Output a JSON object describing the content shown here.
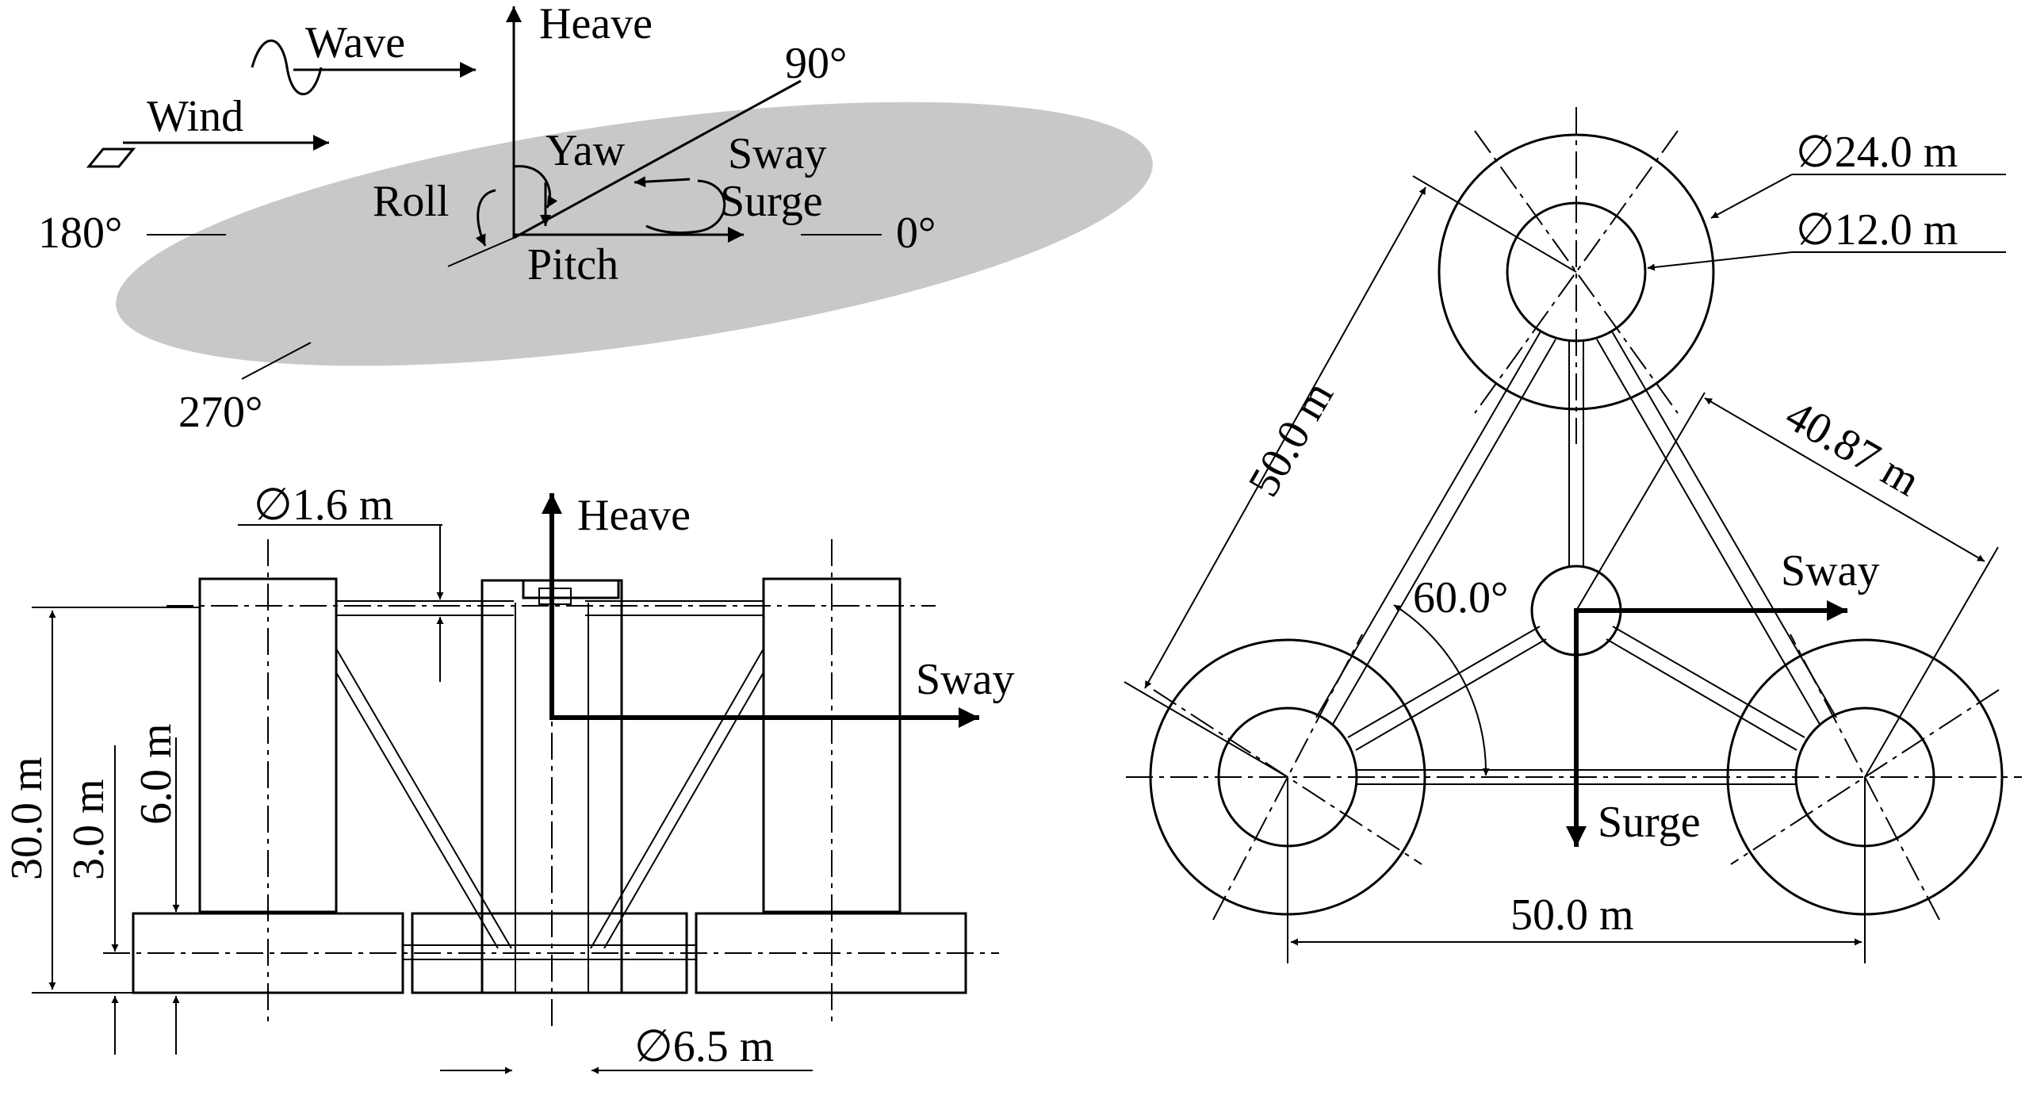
{
  "motion_diagram": {
    "labels": {
      "heave": "Heave",
      "wave": "Wave",
      "wind": "Wind",
      "deg90": "90°",
      "deg180": "180°",
      "deg0": "0°",
      "deg270": "270°",
      "yaw": "Yaw",
      "sway": "Sway",
      "roll": "Roll",
      "surge": "Surge",
      "pitch": "Pitch"
    },
    "colors": {
      "water_plane": "#c8c8c8"
    }
  },
  "side_view": {
    "labels": {
      "heave": "Heave",
      "sway": "Sway",
      "brace_diameter": "∅1.6 m",
      "height_total": "30.0 m",
      "height_draft": "3.0 m",
      "height_pontoon": "6.0 m",
      "center_diameter": "∅6.5 m"
    }
  },
  "plan_view": {
    "labels": {
      "outer_diameter": "∅24.0 m",
      "inner_diameter": "∅12.0 m",
      "side_length": "50.0 m",
      "center_radius": "40.87 m",
      "sway": "Sway",
      "angle": "60.0°",
      "surge": "Surge",
      "base_length": "50.0 m"
    }
  }
}
